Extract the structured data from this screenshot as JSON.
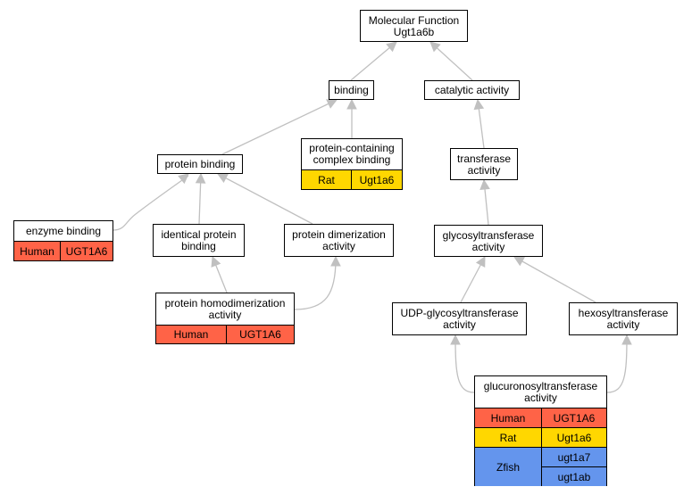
{
  "diagram": {
    "colors": {
      "human": "#ff6347",
      "rat": "#ffd700",
      "zfish": "#6495ed",
      "edge": "#c0c0c0"
    },
    "nodes": [
      {
        "id": "root",
        "label": "Molecular Function\nUgt1a6b"
      },
      {
        "id": "binding",
        "label": "binding"
      },
      {
        "id": "catalytic",
        "label": "catalytic activity"
      },
      {
        "id": "protein_binding",
        "label": "protein binding"
      },
      {
        "id": "pc_binding",
        "label": "protein-containing\ncomplex binding",
        "annotations": [
          {
            "species": "Rat",
            "genes": [
              "Ugt1a6"
            ],
            "color": "#ffd700"
          }
        ]
      },
      {
        "id": "transferase",
        "label": "transferase\nactivity"
      },
      {
        "id": "enzyme_binding",
        "label": "enzyme binding",
        "annotations": [
          {
            "species": "Human",
            "genes": [
              "UGT1A6"
            ],
            "color": "#ff6347"
          }
        ]
      },
      {
        "id": "identical",
        "label": "identical protein\nbinding"
      },
      {
        "id": "dimer",
        "label": "protein dimerization\nactivity"
      },
      {
        "id": "glyco",
        "label": "glycosyltransferase\nactivity"
      },
      {
        "id": "homodimer",
        "label": "protein homodimerization\nactivity",
        "annotations": [
          {
            "species": "Human",
            "genes": [
              "UGT1A6"
            ],
            "color": "#ff6347"
          }
        ]
      },
      {
        "id": "udp",
        "label": "UDP-glycosyltransferase\nactivity"
      },
      {
        "id": "hexosyl",
        "label": "hexosyltransferase\nactivity"
      },
      {
        "id": "glucuronosyl",
        "label": "glucuronosyltransferase\nactivity",
        "annotations": [
          {
            "species": "Human",
            "genes": [
              "UGT1A6"
            ],
            "color": "#ff6347"
          },
          {
            "species": "Rat",
            "genes": [
              "Ugt1a6"
            ],
            "color": "#ffd700"
          },
          {
            "species": "Zfish",
            "genes": [
              "ugt1a7",
              "ugt1ab"
            ],
            "color": "#6495ed"
          }
        ]
      }
    ],
    "edges": [
      [
        "binding",
        "root"
      ],
      [
        "catalytic",
        "root"
      ],
      [
        "protein_binding",
        "binding"
      ],
      [
        "pc_binding",
        "binding"
      ],
      [
        "transferase",
        "catalytic"
      ],
      [
        "enzyme_binding",
        "protein_binding"
      ],
      [
        "identical",
        "protein_binding"
      ],
      [
        "dimer",
        "protein_binding"
      ],
      [
        "glyco",
        "transferase"
      ],
      [
        "homodimer",
        "identical"
      ],
      [
        "homodimer",
        "dimer"
      ],
      [
        "udp",
        "glyco"
      ],
      [
        "hexosyl",
        "glyco"
      ],
      [
        "glucuronosyl",
        "udp"
      ],
      [
        "glucuronosyl",
        "hexosyl"
      ]
    ]
  }
}
